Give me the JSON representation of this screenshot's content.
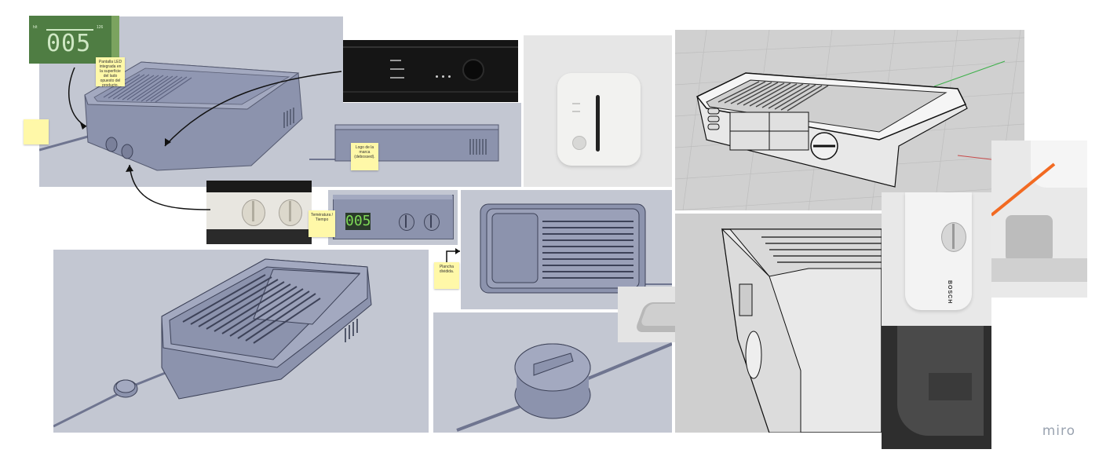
{
  "board": {
    "watermark": "miro"
  },
  "notes": {
    "led_display": "Pantalla LED integrada en la superficie del lado opuesto del producto.",
    "brand_logo": "Logo de la marca (debossed).",
    "temperature_time": "Temératura / Tiempo",
    "split_plate": "Plancha dividida."
  },
  "displays": {
    "led_reference_value": "005",
    "led_reference_left_label": "h/t",
    "led_reference_right_label": "126",
    "side_view_value": "005"
  },
  "photo_labels": {
    "bosch_brand": "BOSCH"
  },
  "colors": {
    "render_body": "#8c93ad",
    "render_background": "#c3c7d2",
    "sticky_note": "#fff8a8",
    "lcd_green": "#3a7a3a"
  }
}
